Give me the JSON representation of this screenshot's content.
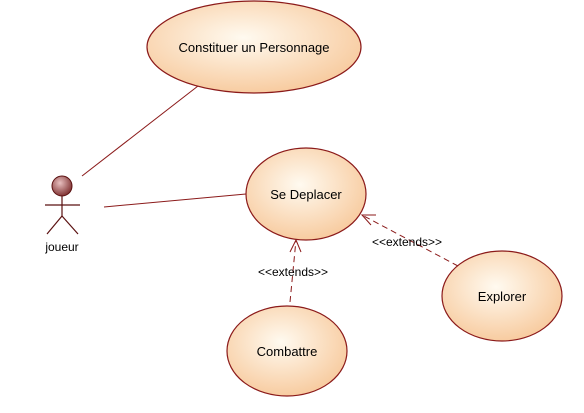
{
  "diagram": {
    "actor": {
      "label": "joueur"
    },
    "use_cases": {
      "constituer": "Constituer un Personnage",
      "deplacer": "Se Deplacer",
      "combattre": "Combattre",
      "explorer": "Explorer"
    },
    "relations": {
      "extends_combattre": "<<extends>>",
      "extends_explorer": "<<extends>>"
    },
    "colors": {
      "line": "#8b1a1a",
      "ellipse_stroke": "#8b1a1a",
      "ellipse_fill_center": "#fffaf0",
      "ellipse_fill_edge": "#f7c89a",
      "actor_head": "#7a2a2a"
    }
  }
}
